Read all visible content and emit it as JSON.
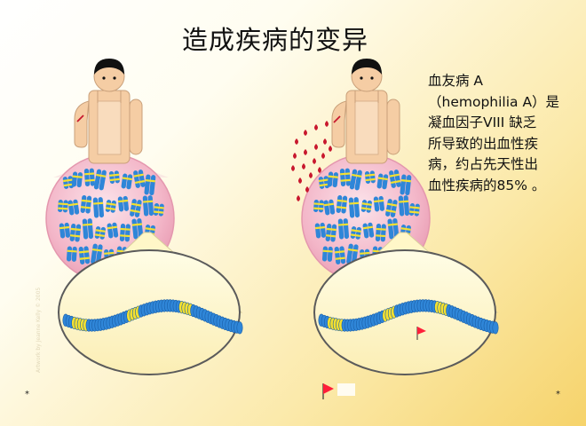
{
  "title": "造成疾病的变异",
  "description": {
    "lines": [
      "血友病 A",
      "（hemophilia A）是",
      "凝血因子VIII 缺乏",
      "所导致的出血性疾",
      "病，约占先天性出",
      "血性疾病的85% 。"
    ]
  },
  "corner_marks": {
    "left": "*",
    "right": "*"
  },
  "credit": "Artwork by Jeanne Kelly © 2005",
  "colors": {
    "chromosome_blue": "#2f86d8",
    "band_yellow": "#f4e030",
    "nucleus_pink": "#f3b6c8",
    "skin": "#f5cda4",
    "blood": "#c8182e",
    "mutation_flag": "#ff1f3a"
  },
  "icons": {
    "person": "person-icon",
    "flag": "mutation-flag-icon"
  }
}
